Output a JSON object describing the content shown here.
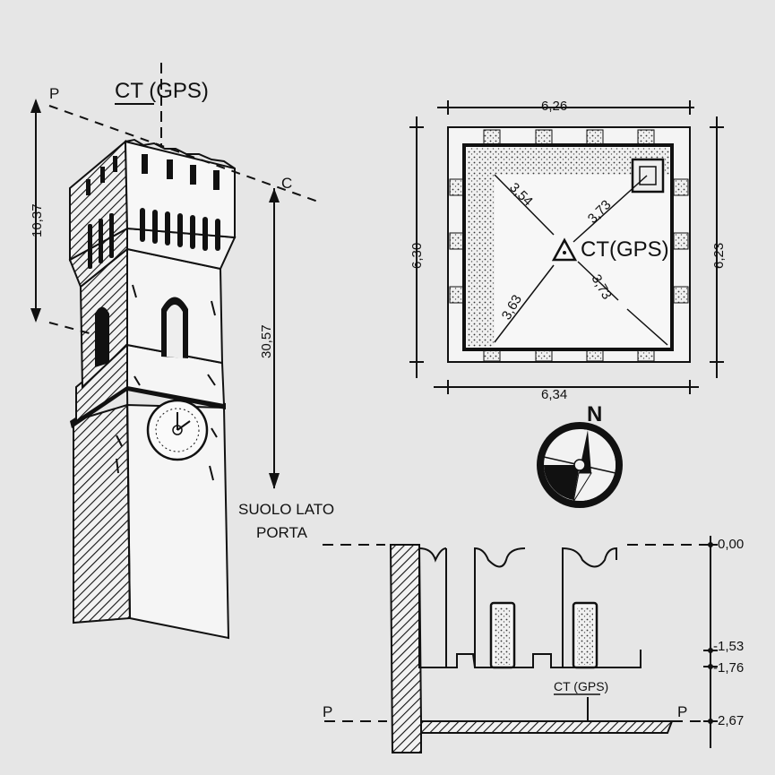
{
  "elevation": {
    "title": "CT (GPS)",
    "point_p": "P",
    "point_c": "C",
    "height_top": "10,37",
    "height_total": "30,57",
    "ground_label_1": "SUOLO LATO",
    "ground_label_2": "PORTA"
  },
  "plan": {
    "dim_top": "6,26",
    "dim_bottom": "6,34",
    "dim_left": "6,30",
    "dim_right": "6,23",
    "diag_upper_left": "3,54",
    "diag_upper_right": "3,73",
    "diag_lower_left": "3,63",
    "diag_lower_right": "3,73",
    "station_label": "CT(GPS)"
  },
  "compass": {
    "north_label": "N"
  },
  "section": {
    "levels": [
      "0,00",
      "-1,53",
      "-1,76",
      "-2,67"
    ],
    "point_p_left": "P",
    "point_p_right": "P",
    "station_label": "CT (GPS)"
  },
  "colors": {
    "paper": "#e6e6e6",
    "ink": "#111111",
    "wall": "#f4f4f4"
  }
}
